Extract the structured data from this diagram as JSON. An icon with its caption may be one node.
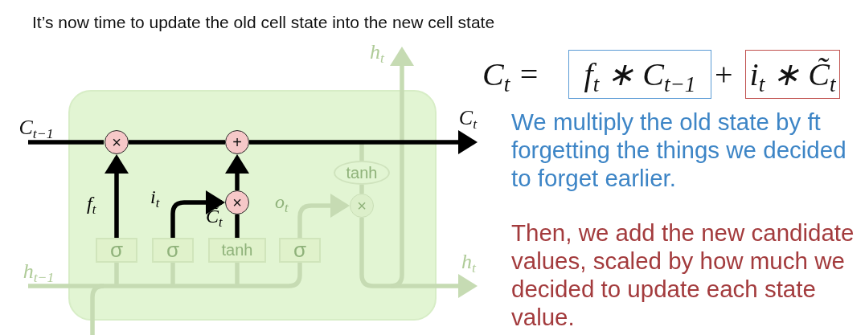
{
  "diagram": {
    "title": "It’s now time to update the old cell state into the new cell state",
    "nodes": [
      {
        "text": [],
        "shape": "box"
      },
      {
        "text": [
          "×"
        ],
        "in": 0
      },
      {
        "text": [
          "+"
        ],
        "in": 0
      },
      {
        "text": [
          "×"
        ],
        "in": 0
      },
      {
        "text": [
          "tanh"
        ],
        "in": 0
      },
      {
        "text": [
          "×"
        ],
        "in": 0
      },
      {
        "text": [
          "σ"
        ],
        "in": 0
      },
      {
        "text": [
          "σ"
        ],
        "in": 0
      },
      {
        "text": [
          "tanh"
        ],
        "in": 0
      },
      {
        "text": [
          "σ"
        ],
        "in": 0
      },
      {
        "text": [
          "C$_{t−1}$"
        ]
      },
      {
        "text": [
          "C$_{t}$"
        ]
      },
      {
        "text": [
          "h$_{t−1}$"
        ]
      },
      {
        "text": [
          "h$_{t}$"
        ]
      },
      {
        "text": [
          "h$_{t}$"
        ]
      },
      {
        "text": [
          "f$_{t}$ ∗ C$_{t−1}$"
        ]
      },
      {
        "text": [
          "i$_{t}$ ∗ C̃$_{t}$"
        ]
      }
    ],
    "edges": [
      {
        "from": 10,
        "to": 1,
        "arrow": "none",
        "color": "#000000"
      },
      {
        "from": 1,
        "to": 2,
        "arrow": "none",
        "color": "#000000"
      },
      {
        "from": 2,
        "to": 11,
        "arrow": "to",
        "color": "#000000"
      },
      {
        "from": 6,
        "to": 1,
        "arrow": "to",
        "label": "f$_{t}$",
        "color": "#000000"
      },
      {
        "from": 7,
        "to": 3,
        "arrow": "to",
        "label": "i$_{t}$",
        "color": "#000000"
      },
      {
        "from": 8,
        "to": 3,
        "arrow": "none",
        "label": "C̃$_{t}$",
        "color": "#000000"
      },
      {
        "from": 3,
        "to": 2,
        "arrow": "to",
        "color": "#000000"
      },
      {
        "from": 2,
        "to": 4,
        "arrow": "none"
      },
      {
        "from": 4,
        "to": 5,
        "arrow": "none"
      },
      {
        "from": 9,
        "to": 5,
        "arrow": "to",
        "label": "o$_{t}$"
      },
      {
        "from": 5,
        "to": 13,
        "arrow": "to"
      },
      {
        "from": 5,
        "to": 14,
        "arrow": "to"
      },
      {
        "from": 12,
        "to": 6,
        "arrow": "none"
      },
      {
        "from": 12,
        "to": 7,
        "arrow": "none"
      },
      {
        "from": 12,
        "to": 8,
        "arrow": "none"
      },
      {
        "from": 12,
        "to": 9,
        "arrow": "none"
      },
      {
        "from": null,
        "to": 6,
        "arrow": "none"
      },
      {
        "from": null,
        "to": 7,
        "arrow": "none"
      },
      {
        "from": null,
        "to": 8,
        "arrow": "none"
      },
      {
        "from": null,
        "to": 9,
        "arrow": "none"
      }
    ],
    "labels": [
      "C$_{t}$ =",
      "+",
      "We multiply the old state by ft forgetting the things we decided to forget earlier.",
      "Then, we add the new candidate values, scaled by how much we decided to update each state value."
    ]
  }
}
